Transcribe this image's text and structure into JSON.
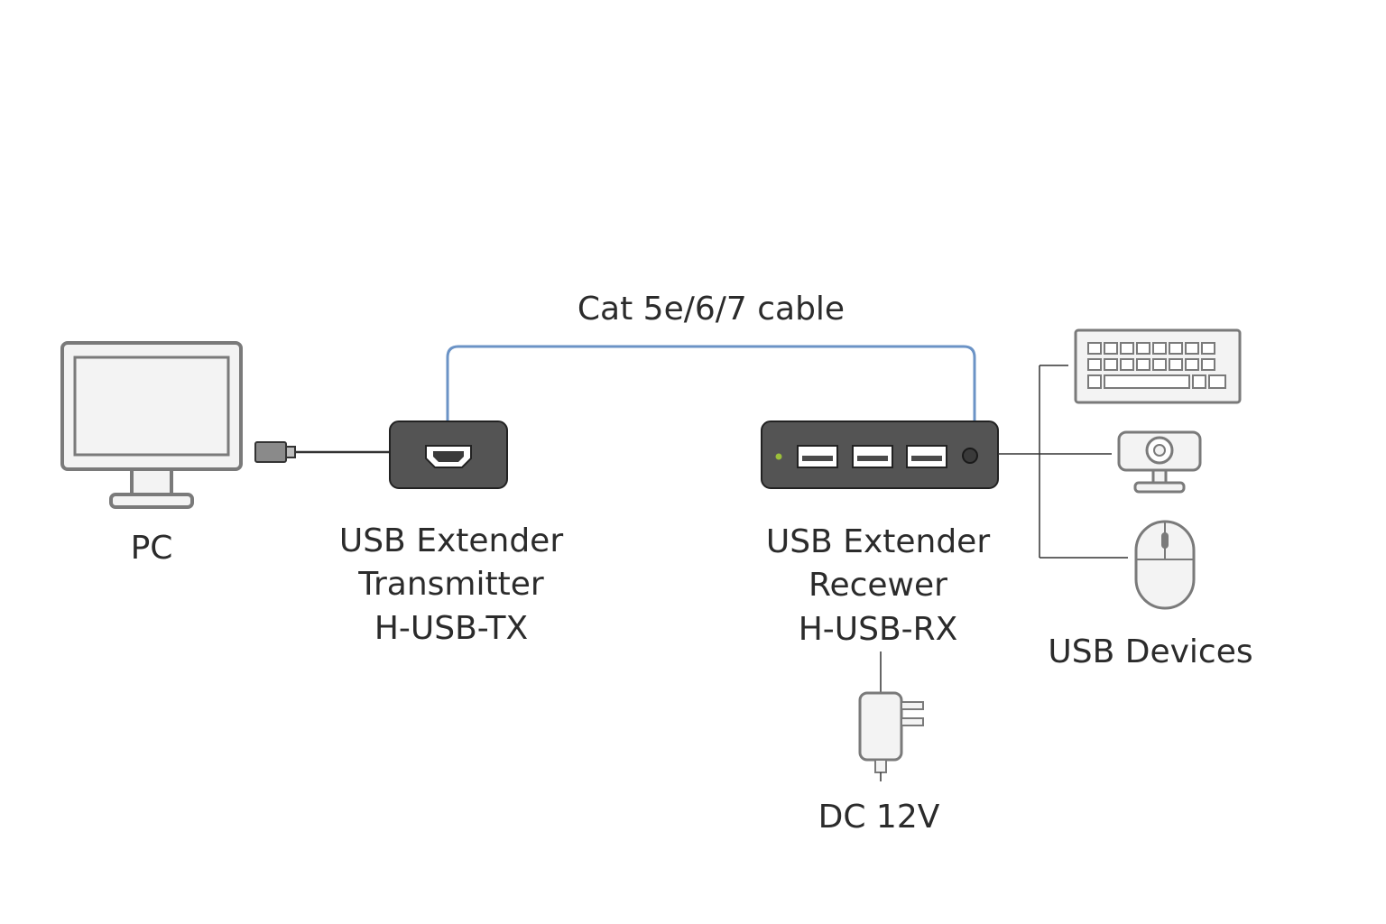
{
  "labels": {
    "cable": "Cat 5e/6/7 cable",
    "pc": "PC",
    "tx": [
      "USB Extender",
      "Transmitter",
      "H-USB-TX"
    ],
    "rx": [
      "USB Extender",
      "Recewer",
      "H-USB-RX"
    ],
    "power": "DC 12V",
    "devices": "USB Devices"
  },
  "colors": {
    "cable": "#6b93c6",
    "device_body": "#545454",
    "outline": "#7a7a7a",
    "fill_light": "#efefef",
    "led": "#9bbf3a",
    "wire": "#333333"
  },
  "icons": {
    "pc": "monitor-icon",
    "usb_plug": "usb-plug-icon",
    "hdmi_port": "hdmi-port-icon",
    "usb_ports": "usb-port-icon",
    "keyboard": "keyboard-icon",
    "webcam": "webcam-icon",
    "mouse": "mouse-icon",
    "adapter": "power-adapter-icon"
  }
}
